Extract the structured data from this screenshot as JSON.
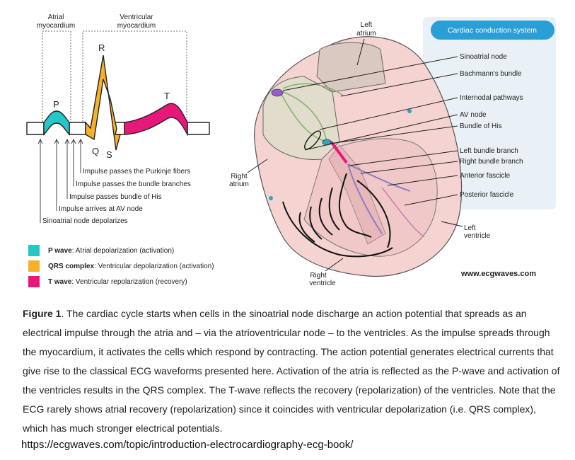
{
  "ecg": {
    "atrial_myocardium": [
      "Atrial",
      "myocardium"
    ],
    "ventricular_myocardium": [
      "Ventricular",
      "myocardium"
    ],
    "wave_letters": {
      "p": "P",
      "q": "Q",
      "r": "R",
      "s": "S",
      "t": "T"
    },
    "impulse_labels": [
      "Impulse passes the Purkinje fibers",
      "Impulse passes the bundle branches",
      "Impulse passes bundle of His",
      "Impulse arrives at AV node",
      "Sinoatrial node depolarizes"
    ]
  },
  "legend": [
    {
      "color": "#25c7c9",
      "name": "P wave",
      "desc": ": Atrial depolarization (activation)"
    },
    {
      "color": "#f6b12a",
      "name": "QRS complex",
      "desc": ": Ventricular depolarization (activation)"
    },
    {
      "color": "#e6197a",
      "name": "T wave",
      "desc": ": Ventricular repolarization (recovery)"
    }
  ],
  "heart": {
    "panel_title": "Cardiac conduction system",
    "left_atrium": [
      "Left",
      "atrium"
    ],
    "right_atrium": [
      "Right",
      "atrium"
    ],
    "left_ventricle": [
      "Left",
      "ventricle"
    ],
    "right_ventricle": [
      "Right",
      "ventricle"
    ],
    "conduction_labels": [
      "Sinoatrial node",
      "Bachmann's bundle",
      "Internodal pathways",
      "AV node",
      "Bundle of His",
      "Left bundle branch",
      "Right bundle branch",
      "Anterior fascicle",
      "Posterior fascicle"
    ],
    "site": "www.ecgwaves.com"
  },
  "caption": {
    "figure_label": "Figure 1",
    "text": ". The cardiac cycle starts when cells in the sinoatrial node discharge an action potential that spreads as an electrical impulse through the atria and – via the atrioventricular node – to the ventricles. As the impulse spreads through the myocardium, it activates the cells which respond by contracting. The action potential generates electrical currents that give rise to the classical ECG waveforms presented here. Activation of the atria is reflected as the P-wave and activation of the ventricles results in the QRS complex. The T-wave reflects the recovery (repolarization) of the ventricles. Note that the ECG rarely shows atrial recovery (repolarization) since it coincides with ventricular depolarization (i.e. QRS complex), which has much stronger electrical potentials."
  },
  "source_url": "https://ecgwaves.com/topic/introduction-electrocardiography-ecg-book/"
}
